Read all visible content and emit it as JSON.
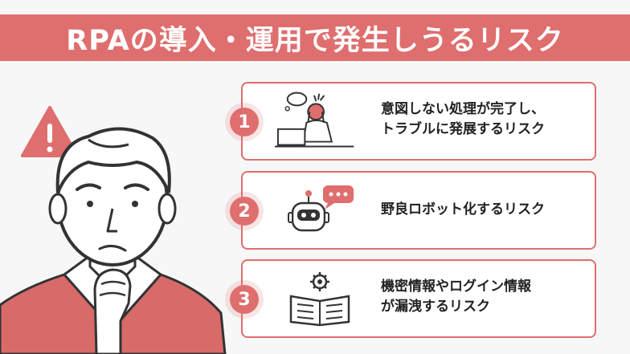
{
  "title": "RPAの導入・運用で発生しうるリスク",
  "risks": [
    {
      "number": "1",
      "text": "意図しない処理が完了し、\nトラブルに発展するリスク",
      "icon": "stressed-worker-icon"
    },
    {
      "number": "2",
      "text": "野良ロボット化するリスク",
      "icon": "robot-chat-icon"
    },
    {
      "number": "3",
      "text": "機密情報やログイン情報\nが漏洩するリスク",
      "icon": "gear-book-icon"
    }
  ],
  "colors": {
    "accent": "#df6e6e",
    "background": "#f7f7f7",
    "text": "#222222"
  },
  "illustration": {
    "person": "worried-man-illustration",
    "warning": "warning-icon"
  }
}
